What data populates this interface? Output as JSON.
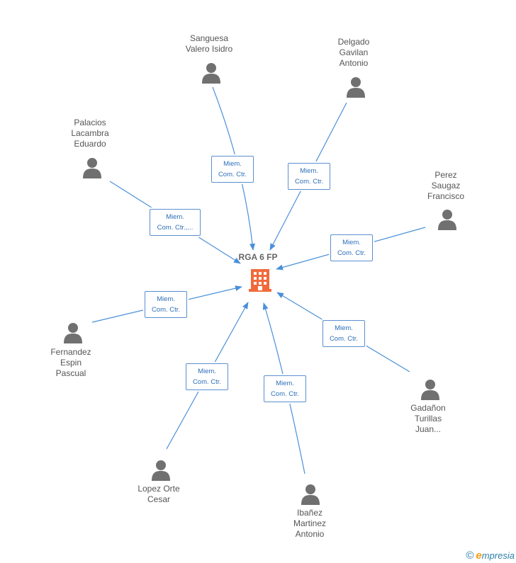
{
  "company": {
    "name": "RGA 6 FP",
    "icon": "building-icon",
    "color": "#f06a3c"
  },
  "colors": {
    "edge": "#4a90d9",
    "label_border": "#5b8fd0",
    "label_text": "#2e6fba",
    "person": "#707070"
  },
  "people": [
    {
      "id": "sanguesa",
      "name": "Sanguesa\nValero Isidro",
      "role": "Miem.\nCom. Ctr."
    },
    {
      "id": "delgado",
      "name": "Delgado\nGavilan\nAntonio",
      "role": "Miem.\nCom. Ctr."
    },
    {
      "id": "palacios",
      "name": "Palacios\nLacambra\nEduardo",
      "role": "Miem.\nCom. Ctr.,..."
    },
    {
      "id": "perez",
      "name": "Perez\nSaugaz\nFrancisco",
      "role": "Miem.\nCom. Ctr."
    },
    {
      "id": "fernandez",
      "name": "Fernandez\nEspin\nPascual",
      "role": "Miem.\nCom. Ctr."
    },
    {
      "id": "gadanon",
      "name": "Gadañon\nTurillas\nJuan...",
      "role": "Miem.\nCom. Ctr."
    },
    {
      "id": "lopez",
      "name": "Lopez Orte\nCesar",
      "role": "Miem.\nCom. Ctr."
    },
    {
      "id": "ibanez",
      "name": "Ibañez\nMartinez\nAntonio",
      "role": "Miem.\nCom. Ctr."
    }
  ],
  "footer": {
    "copyright": "©",
    "brand_initial": "e",
    "brand_rest": "mpresia"
  }
}
